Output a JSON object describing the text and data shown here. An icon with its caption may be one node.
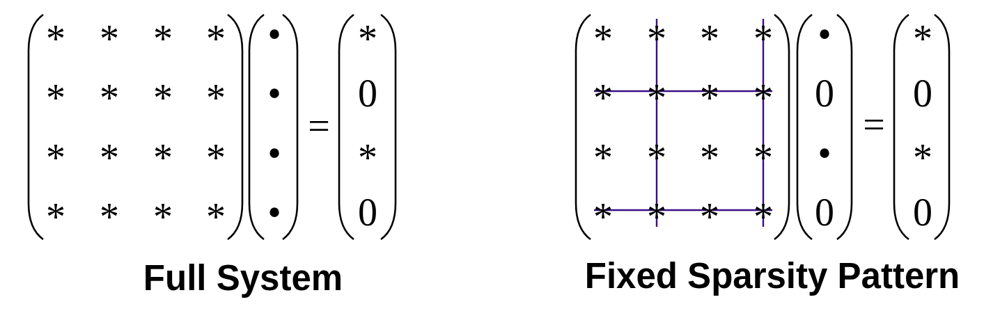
{
  "diagram": {
    "labels": [
      "*",
      "*",
      "*",
      "*",
      "*",
      "*",
      "*",
      "*",
      "*",
      "*",
      "*",
      "*",
      "*",
      "*",
      "*",
      "*",
      "•",
      "•",
      "•",
      "•",
      "=",
      "*",
      "0",
      "*",
      "0",
      "Full System",
      "*",
      "*",
      "*",
      "*",
      "*",
      "*",
      "*",
      "*",
      "*",
      "*",
      "*",
      "*",
      "*",
      "*",
      "*",
      "*",
      "•",
      "0",
      "•",
      "0",
      "=",
      "*",
      "0",
      "*",
      "0",
      "Fixed Sparsity Pattern"
    ]
  }
}
